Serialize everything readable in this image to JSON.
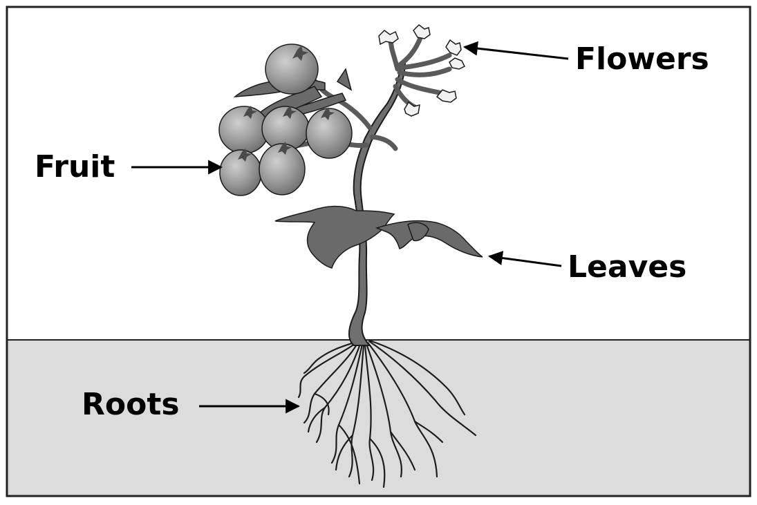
{
  "labels": {
    "flowers": "Flowers",
    "fruit": "Fruit",
    "leaves": "Leaves",
    "roots": "Roots"
  },
  "colors": {
    "sky": "#ffffff",
    "soil": "#dcdcdd",
    "stem": "#6f6f6f",
    "leaf": "#7a7a7a",
    "fruit": "#9a9a9a",
    "flower": "#f2f2f2",
    "outline": "#1a1a1a"
  }
}
